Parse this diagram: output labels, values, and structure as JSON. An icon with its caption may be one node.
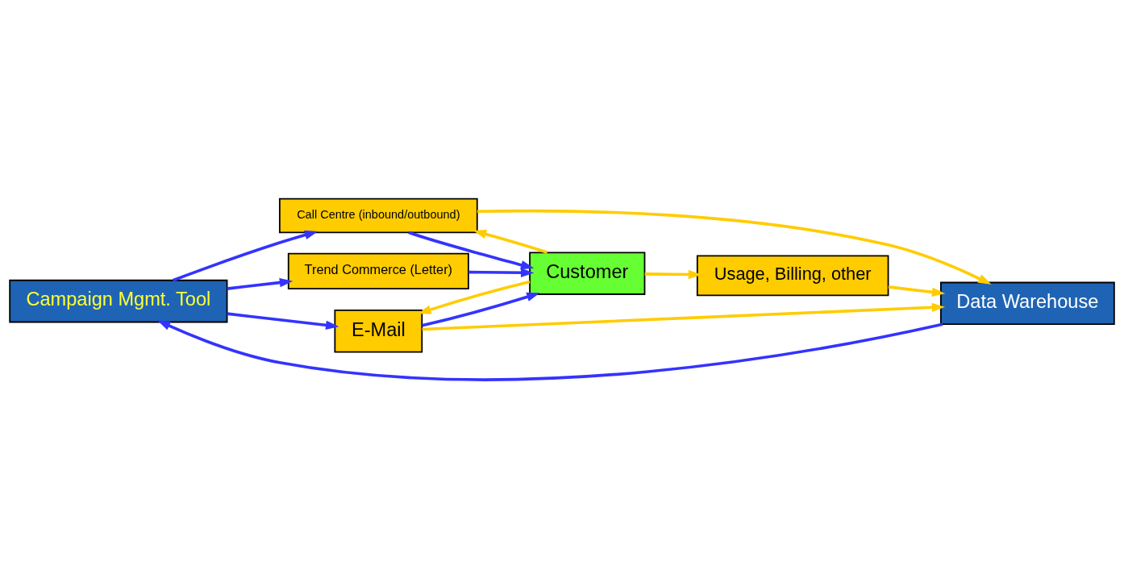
{
  "diagram": {
    "nodes": [
      {
        "text": [
          "Campaign Mgmt. Tool"
        ]
      },
      {
        "text": [
          "Data Warehouse"
        ]
      },
      {
        "text": [
          "Trend Commerce (Letter)"
        ]
      },
      {
        "text": [
          "Call Centre (inbound/outbound)"
        ]
      },
      {
        "text": [
          "E-Mail"
        ]
      },
      {
        "text": [
          "Customer"
        ]
      },
      {
        "text": [
          "Usage, Billing, other"
        ]
      }
    ],
    "edges": [
      {
        "from": 1,
        "to": 0,
        "arrow": "to"
      },
      {
        "from": 0,
        "to": 2,
        "arrow": "to"
      },
      {
        "from": 0,
        "to": 3,
        "arrow": "to"
      },
      {
        "from": 0,
        "to": 4,
        "arrow": "to"
      },
      {
        "from": 2,
        "to": 5,
        "arrow": "to"
      },
      {
        "from": 3,
        "to": 5,
        "arrow": "to"
      },
      {
        "from": 4,
        "to": 5,
        "arrow": "to"
      },
      {
        "from": 5,
        "to": 3,
        "arrow": "to",
        "color": "#ffcc00"
      },
      {
        "from": 5,
        "to": 4,
        "arrow": "to",
        "color": "#ffcc00"
      },
      {
        "from": 5,
        "to": 6,
        "arrow": "to",
        "color": "#ffcc00"
      },
      {
        "from": 3,
        "to": 1,
        "arrow": "to",
        "color": "#ffcc00"
      },
      {
        "from": 4,
        "to": 1,
        "arrow": "to",
        "color": "#ffcc00"
      },
      {
        "from": 6,
        "to": 1,
        "arrow": "to",
        "color": "#ffcc00"
      }
    ]
  }
}
